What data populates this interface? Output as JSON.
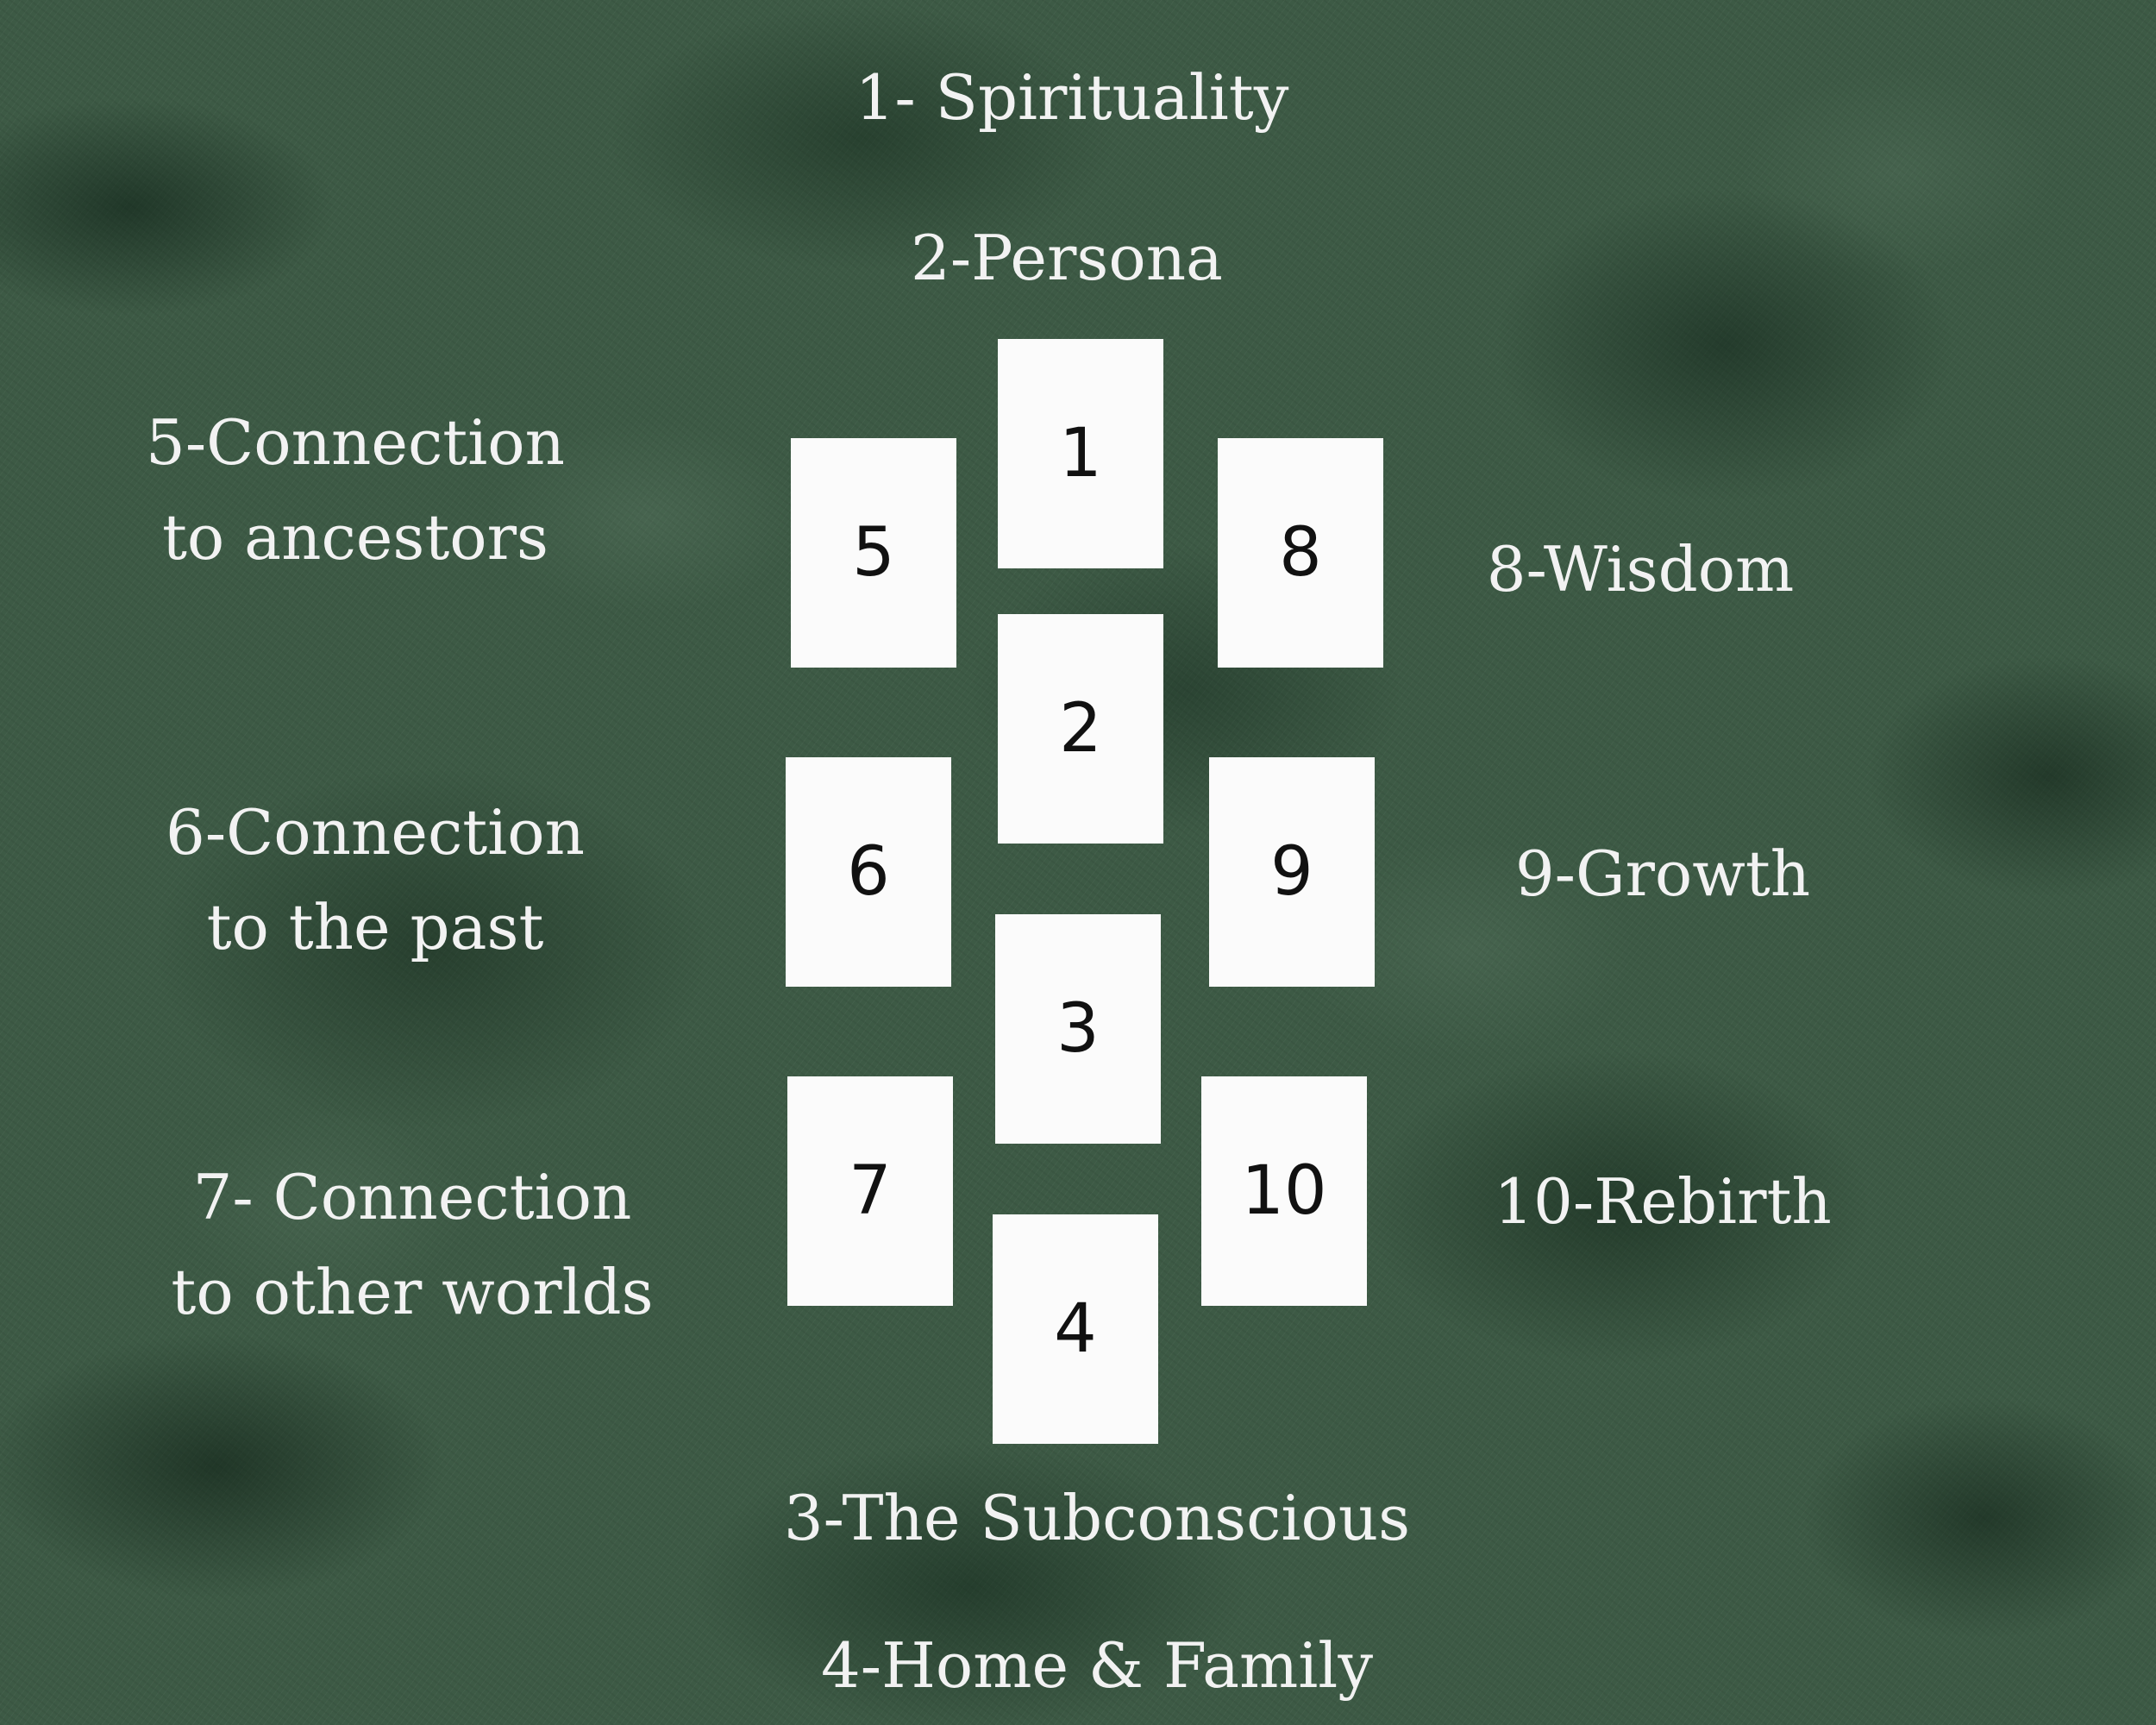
{
  "colors": {
    "background": "#3d5a45",
    "card": "#fbfbfb",
    "card_number": "#111111",
    "label_text": "#f2f2f2"
  },
  "cards": [
    {
      "number": "1"
    },
    {
      "number": "2"
    },
    {
      "number": "3"
    },
    {
      "number": "4"
    },
    {
      "number": "5"
    },
    {
      "number": "6"
    },
    {
      "number": "7"
    },
    {
      "number": "8"
    },
    {
      "number": "9"
    },
    {
      "number": "10"
    }
  ],
  "labels": {
    "position_1": "1- Spirituality",
    "position_2": "2-Persona",
    "position_3": "3-The Subconscious",
    "position_4": "4-Home & Family",
    "position_5": [
      "5-Connection",
      "to ancestors"
    ],
    "position_6": [
      "6-Connection",
      "to the past"
    ],
    "position_7": [
      "7- Connection",
      "to other worlds"
    ],
    "position_8": "8-Wisdom",
    "position_9": "9-Growth",
    "position_10": "10-Rebirth"
  }
}
